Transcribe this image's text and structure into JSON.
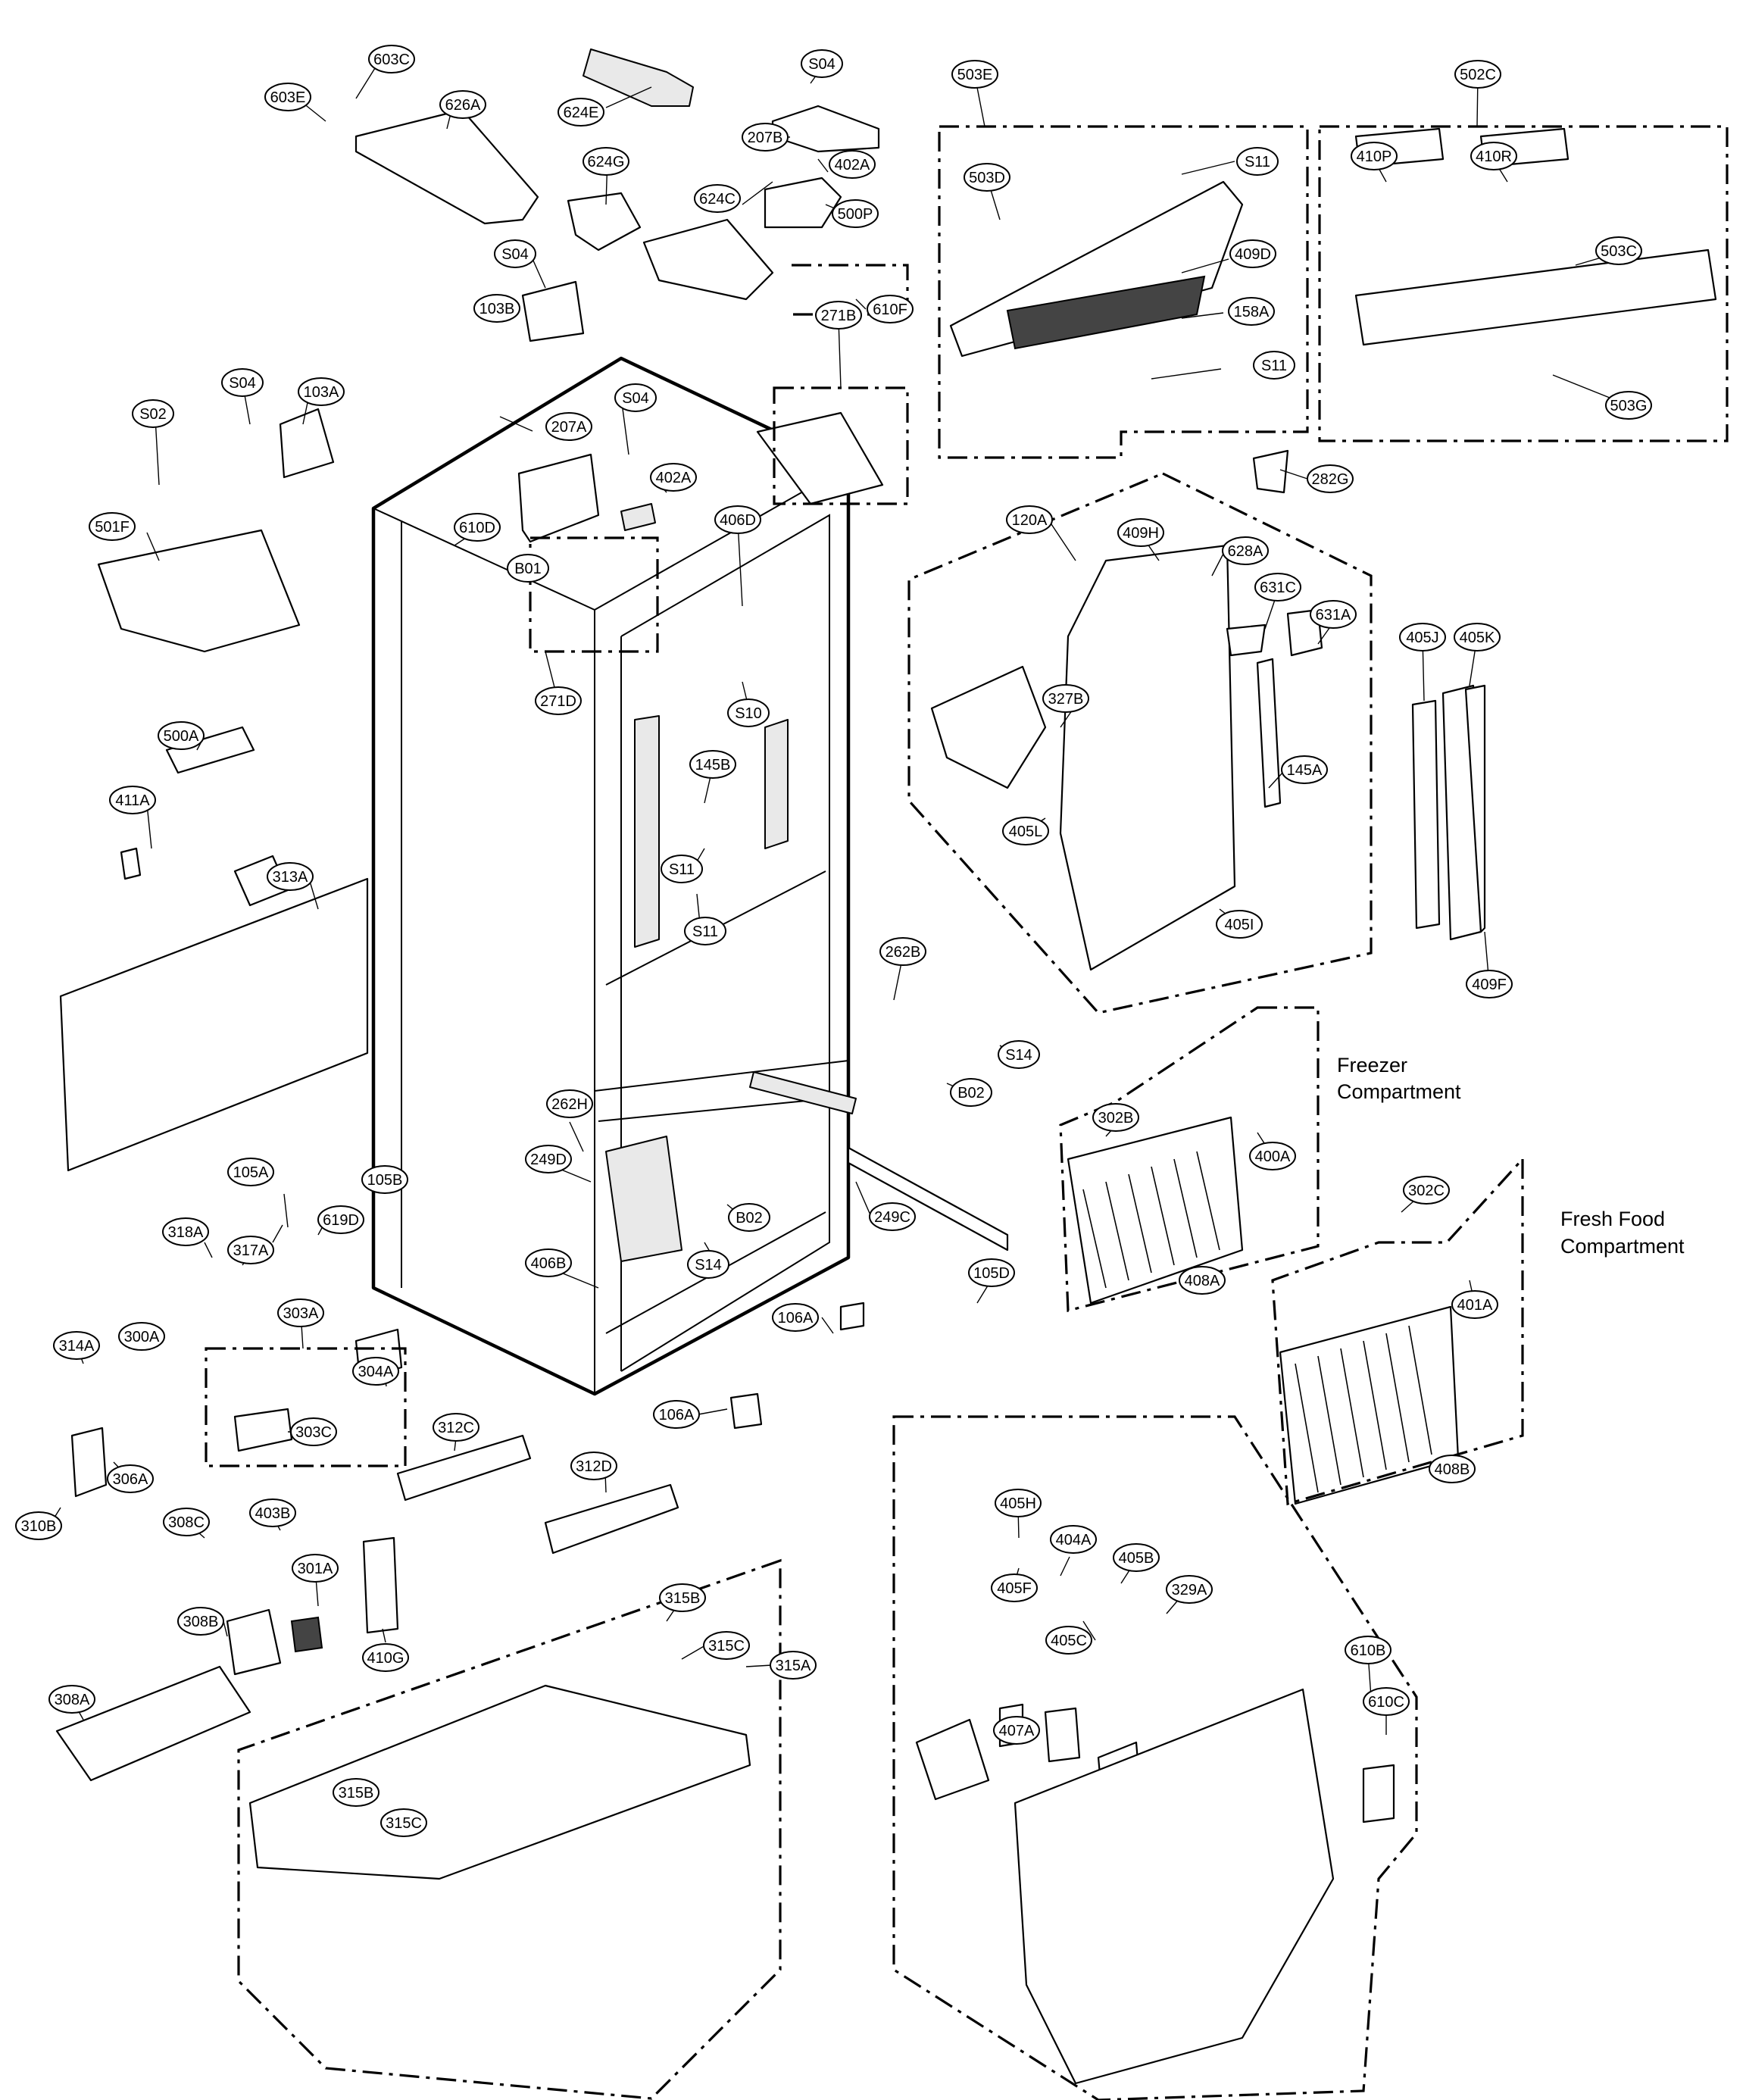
{
  "captions": {
    "freezer": [
      "Freezer",
      "Compartment"
    ],
    "fresh_food": [
      "Fresh Food",
      "Compartment"
    ]
  },
  "labels": {
    "l603E": "603E",
    "l603C": "603C",
    "l626A": "626A",
    "l624E": "624E",
    "l624G": "624G",
    "l624C": "624C",
    "lS04a": "S04",
    "l207B": "207B",
    "l402Aa": "402A",
    "l500P": "500P",
    "l610F": "610F",
    "l503E": "503E",
    "l503D": "503D",
    "lS11a": "S11",
    "l409D": "409D",
    "l158A": "158A",
    "lS11b": "S11",
    "l502C": "502C",
    "l410P": "410P",
    "l410R": "410R",
    "l503C": "503C",
    "l503G": "503G",
    "lS04b": "S04",
    "l103B": "103B",
    "l271B": "271B",
    "lS02": "S02",
    "lS04c": "S04",
    "l103A": "103A",
    "lS04d": "S04",
    "l207A": "207A",
    "l402Ab": "402A",
    "l406D": "406D",
    "l501F": "501F",
    "l610D": "610D",
    "lB01": "B01",
    "l271D": "271D",
    "lS10": "S10",
    "l145B": "145B",
    "lS11c": "S11",
    "lS11d": "S11",
    "l500A": "500A",
    "l411A": "411A",
    "l313A": "313A",
    "l282G": "282G",
    "l120A": "120A",
    "l409H": "409H",
    "l628A": "628A",
    "l631C": "631C",
    "l631A": "631A",
    "l327B": "327B",
    "l145A": "145A",
    "l405L": "405L",
    "l405I": "405I",
    "l405J": "405J",
    "l405K": "405K",
    "l409F": "409F",
    "l262B": "262B",
    "lS14a": "S14",
    "lB02a": "B02",
    "l302B": "302B",
    "l400A": "400A",
    "l408A": "408A",
    "l302C": "302C",
    "l401A": "401A",
    "l408B": "408B",
    "l262H": "262H",
    "l249D": "249D",
    "lB02b": "B02",
    "l249C": "249C",
    "lS14b": "S14",
    "l406B": "406B",
    "l105A": "105A",
    "l105B": "105B",
    "l619D": "619D",
    "l318A": "318A",
    "l317A": "317A",
    "l303A": "303A",
    "l304A": "304A",
    "l303C": "303C",
    "l314A": "314A",
    "l300A": "300A",
    "l306A": "306A",
    "l310B": "310B",
    "l105D": "105D",
    "l106Aa": "106A",
    "l106Ab": "106A",
    "l312C": "312C",
    "l312D": "312D",
    "l308C": "308C",
    "l403B": "403B",
    "l301A": "301A",
    "l308B": "308B",
    "l410G": "410G",
    "l308A": "308A",
    "l315B": "315B",
    "l315C": "315C",
    "l315A": "315A",
    "l315Bb": "315B",
    "l315Cb": "315C",
    "l405H": "405H",
    "l404A": "404A",
    "l405F": "405F",
    "l405B": "405B",
    "l329A": "329A",
    "l405C": "405C",
    "l610B": "610B",
    "l610C": "610C",
    "l407A": "407A"
  }
}
